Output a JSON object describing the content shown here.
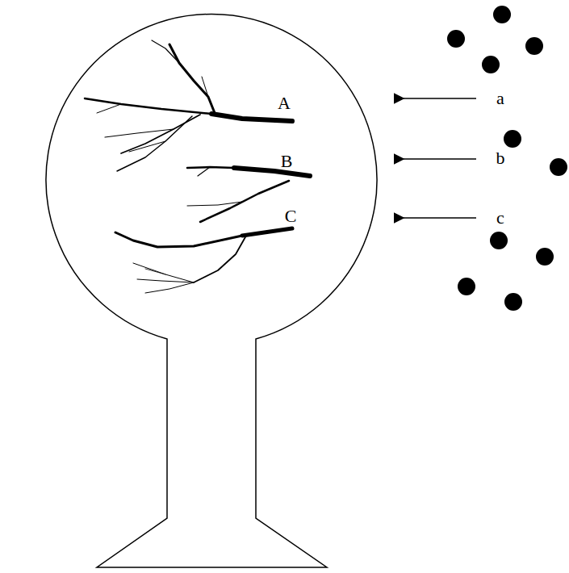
{
  "diagram": {
    "labels": [
      "A",
      "B",
      "C",
      "a",
      "b",
      "c"
    ]
  }
}
